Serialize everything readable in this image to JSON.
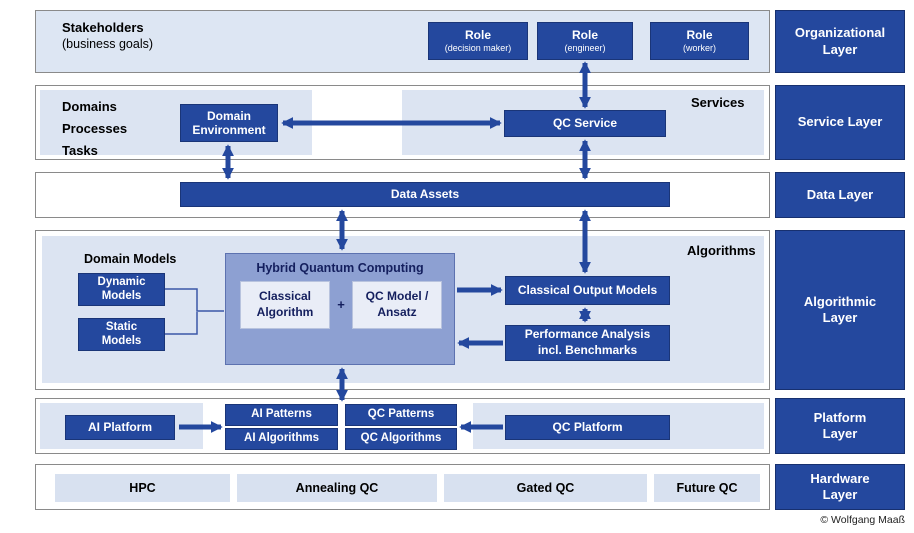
{
  "colors": {
    "dark_blue": "#24489e",
    "medium_blue": "#8da0d2",
    "light_blue": "#dce4f2",
    "pale_blue": "#e9edf7"
  },
  "footer": {
    "copyright": "© Wolfgang Maaß"
  },
  "organizational": {
    "layer_label": "Organizational\nLayer",
    "stakeholders_title": "Stakeholders",
    "stakeholders_subtitle": "(business goals)",
    "roles": [
      {
        "title": "Role",
        "subtitle": "(decision maker)"
      },
      {
        "title": "Role",
        "subtitle": "(engineer)"
      },
      {
        "title": "Role",
        "subtitle": "(worker)"
      }
    ]
  },
  "service": {
    "layer_label": "Service Layer",
    "left_heading": "Domains\nProcesses\nTasks",
    "domain_environment": "Domain\nEnvironment",
    "qc_service": "QC Service",
    "services_heading": "Services"
  },
  "data": {
    "layer_label": "Data Layer",
    "data_assets": "Data Assets"
  },
  "algorithmic": {
    "layer_label": "Algorithmic\nLayer",
    "heading": "Algorithms",
    "domain_models_heading": "Domain Models",
    "dynamic_models": "Dynamic\nModels",
    "static_models": "Static\nModels",
    "hybrid_title": "Hybrid Quantum Computing",
    "classical_algorithm": "Classical\nAlgorithm",
    "plus_sign": "+",
    "qc_model_ansatz": "QC Model /\nAnsatz",
    "classical_output_models": "Classical Output Models",
    "performance_analysis": "Performance Analysis\nincl. Benchmarks"
  },
  "platform": {
    "layer_label": "Platform\nLayer",
    "ai_platform": "AI Platform",
    "ai_patterns": "AI Patterns",
    "ai_algorithms": "AI Algorithms",
    "qc_patterns": "QC Patterns",
    "qc_algorithms": "QC Algorithms",
    "qc_platform": "QC Platform"
  },
  "hardware": {
    "layer_label": "Hardware\nLayer",
    "items": [
      "HPC",
      "Annealing QC",
      "Gated QC",
      "Future QC"
    ]
  }
}
